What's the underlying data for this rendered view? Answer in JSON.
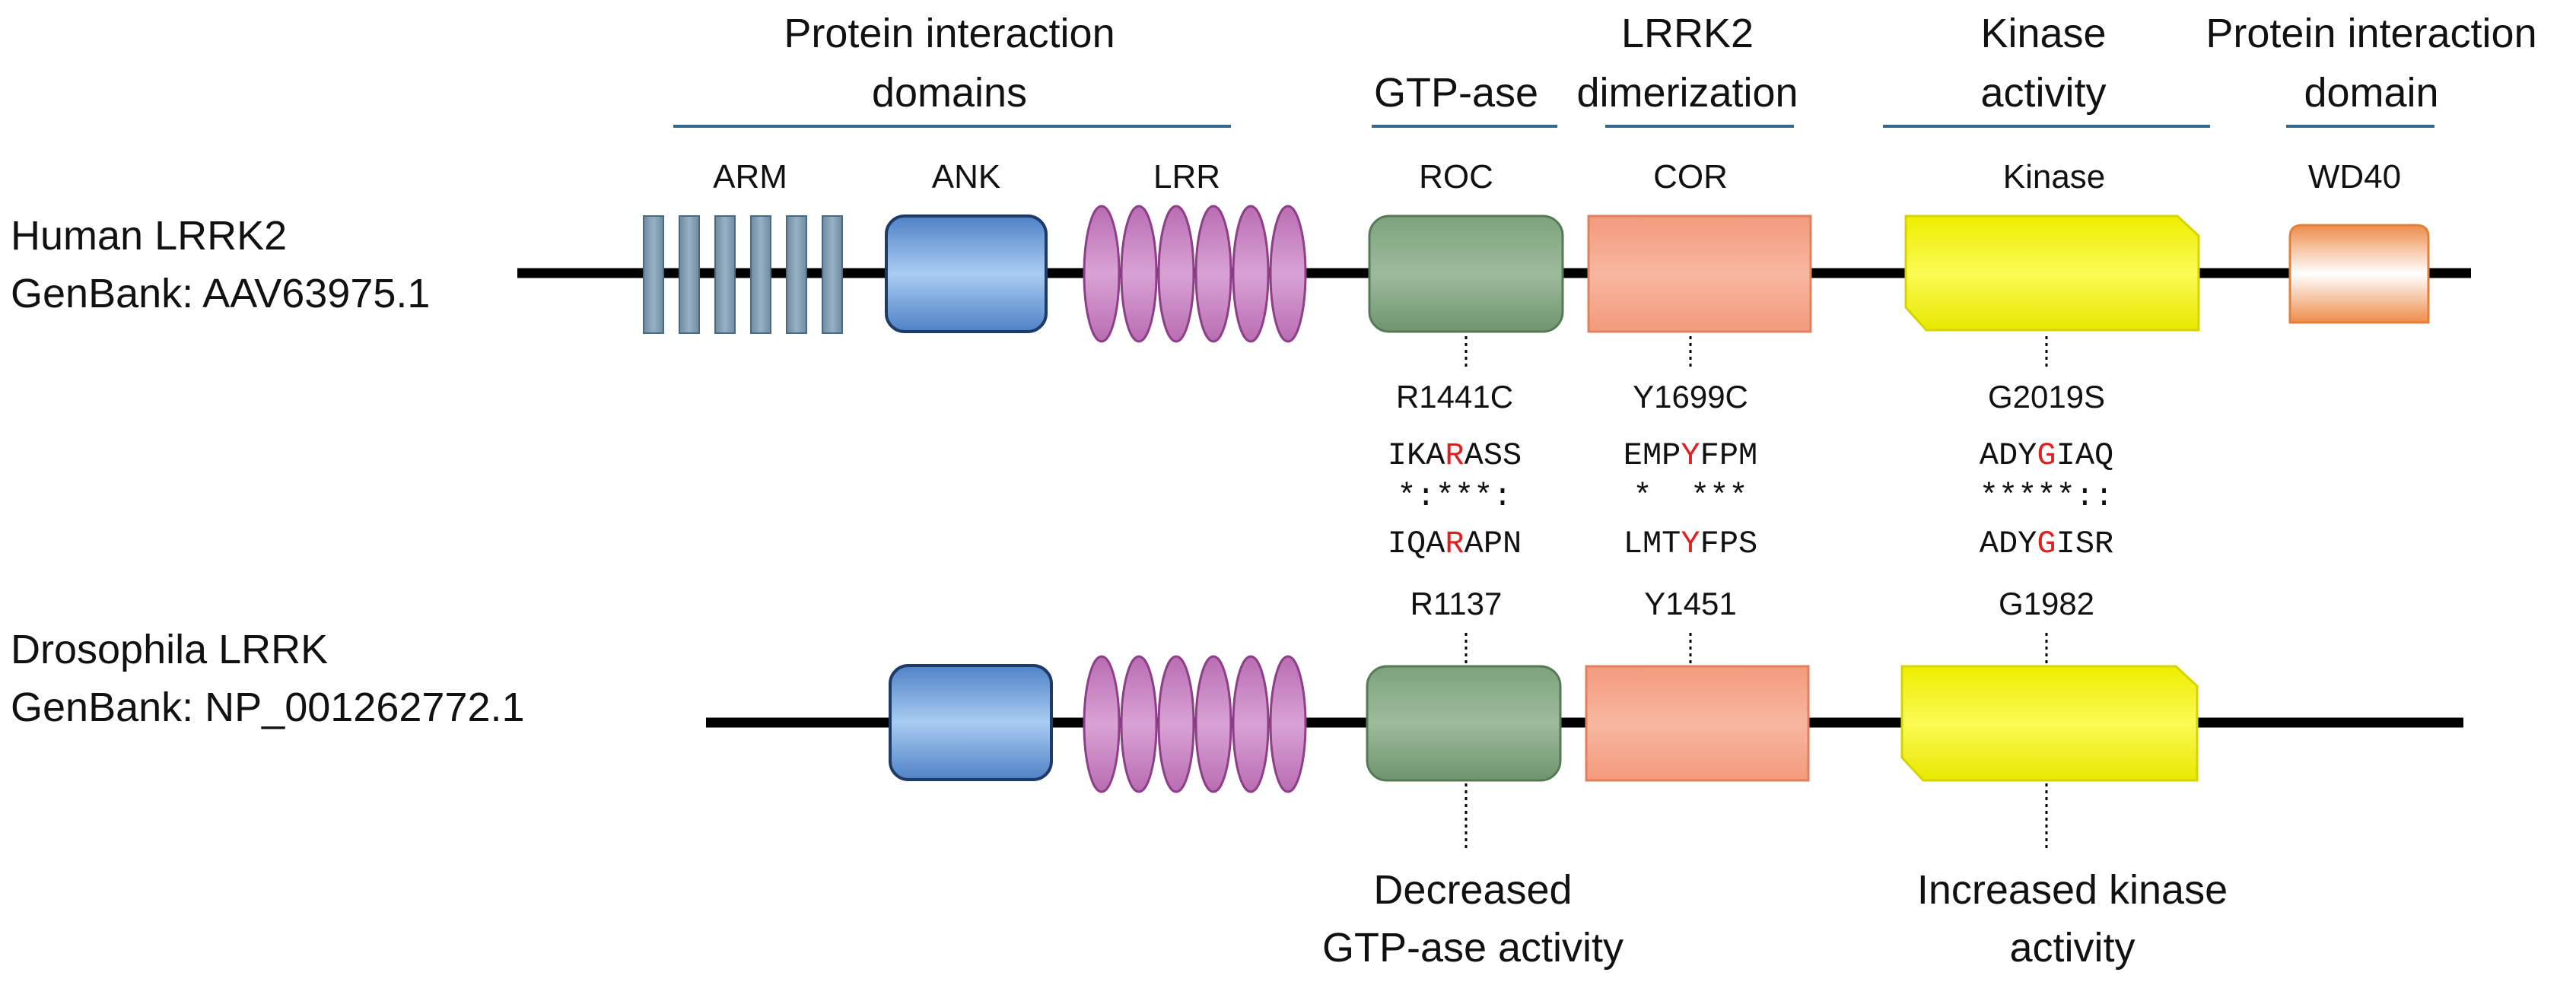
{
  "proteins": {
    "human": {
      "name": "Human LRRK2",
      "accession": "GenBank: AAV63975.1"
    },
    "drosophila": {
      "name": "Drosophila LRRK",
      "accession": "GenBank: NP_001262772.1"
    }
  },
  "domain_groups": {
    "protein_interaction": {
      "line1": "Protein interaction",
      "line2": "domains"
    },
    "gtpase": {
      "line1": "GTP-ase"
    },
    "dimerization": {
      "line1": "LRRK2",
      "line2": "dimerization"
    },
    "kinase_activity": {
      "line1": "Kinase",
      "line2": "activity"
    },
    "protein_interaction_domain": {
      "line1": "Protein interaction",
      "line2": "domain"
    }
  },
  "domains": {
    "arm": "ARM",
    "ank": "ANK",
    "lrr": "LRR",
    "roc": "ROC",
    "cor": "COR",
    "kinase": "Kinase",
    "wd40": "WD40"
  },
  "mutations": {
    "roc": {
      "human_site": "R1441C",
      "human_seq": {
        "pre": "IKA",
        "mut": "R",
        "post": "ASS"
      },
      "conservation": "*:***:",
      "fly_seq": {
        "pre": "IQA",
        "mut": "R",
        "post": "APN"
      },
      "fly_site": "R1137"
    },
    "cor": {
      "human_site": "Y1699C",
      "human_seq": {
        "pre": "EMP",
        "mut": "Y",
        "post": "FPM"
      },
      "conservation": "*  ***",
      "fly_seq": {
        "pre": "LMT",
        "mut": "Y",
        "post": "FPS"
      },
      "fly_site": "Y1451"
    },
    "kinase": {
      "human_site": "G2019S",
      "human_seq": {
        "pre": "ADY",
        "mut": "G",
        "post": "IAQ"
      },
      "conservation": "*****::",
      "fly_seq": {
        "pre": "ADY",
        "mut": "G",
        "post": "ISR"
      },
      "fly_site": "G1982"
    }
  },
  "effects": {
    "gtpase": {
      "line1": "Decreased",
      "line2": "GTP-ase activity"
    },
    "kinase": {
      "line1": "Increased kinase",
      "line2": "activity"
    }
  },
  "colors": {
    "mutation_highlight": "#e02020",
    "group_line": "#2e6a8e",
    "backbone": "#000000",
    "arm": "#7c98ad",
    "ank": "#6f9fd6",
    "lrr": "#c77fc0",
    "roc": "#86aa86",
    "cor": "#f4a58a",
    "kinase": "#f2f20a",
    "wd40": "#f0a060"
  }
}
